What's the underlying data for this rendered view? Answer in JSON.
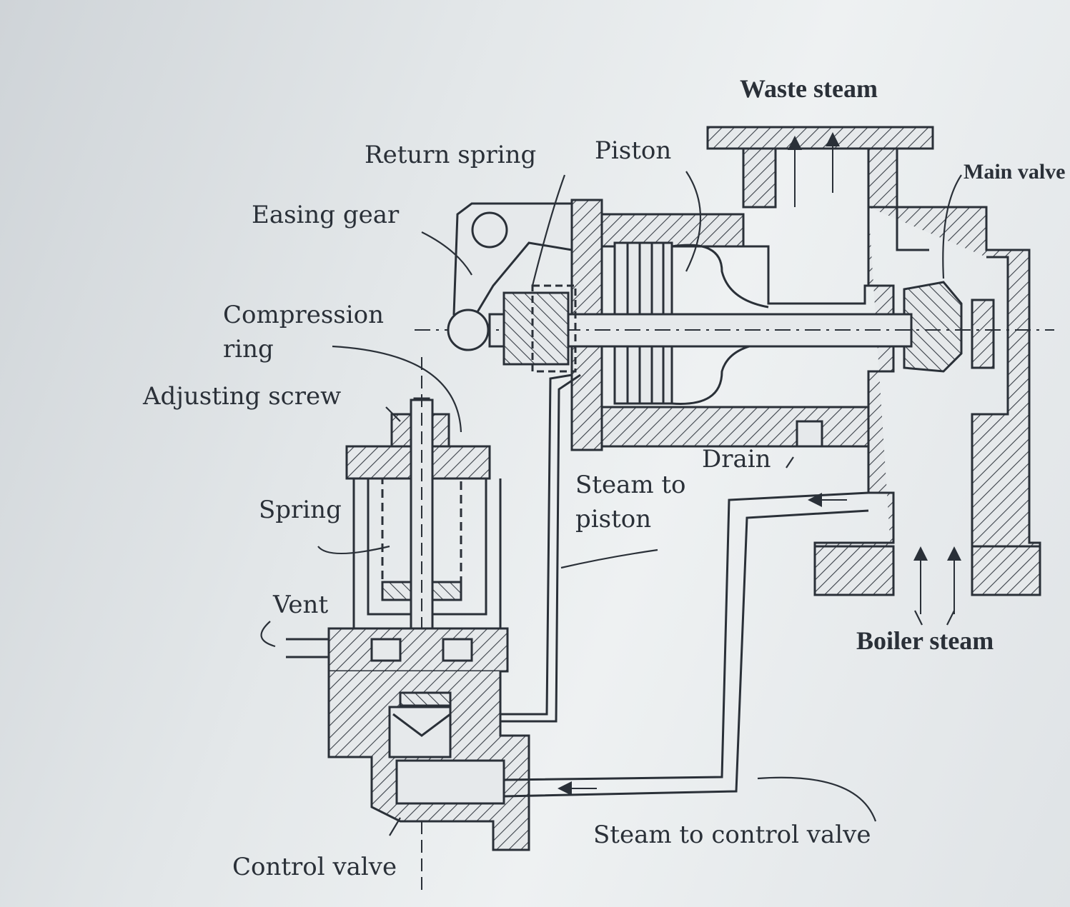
{
  "labels": {
    "waste_steam": "Waste steam",
    "return_spring": "Return spring",
    "piston": "Piston",
    "main_valve": "Main valve",
    "easing_gear": "Easing gear",
    "compression_ring_1": "Compression",
    "compression_ring_2": "ring",
    "adjusting_screw": "Adjusting screw",
    "drain": "Drain",
    "steam_to_piston_1": "Steam to",
    "steam_to_piston_2": "piston",
    "spring": "Spring",
    "vent": "Vent",
    "boiler_steam": "Boiler steam",
    "steam_to_control_valve": "Steam to control valve",
    "control_valve": "Control valve"
  },
  "colors": {
    "ink": "#2a3038",
    "hatch": "#3a4048",
    "paper": "#e8ebed"
  }
}
